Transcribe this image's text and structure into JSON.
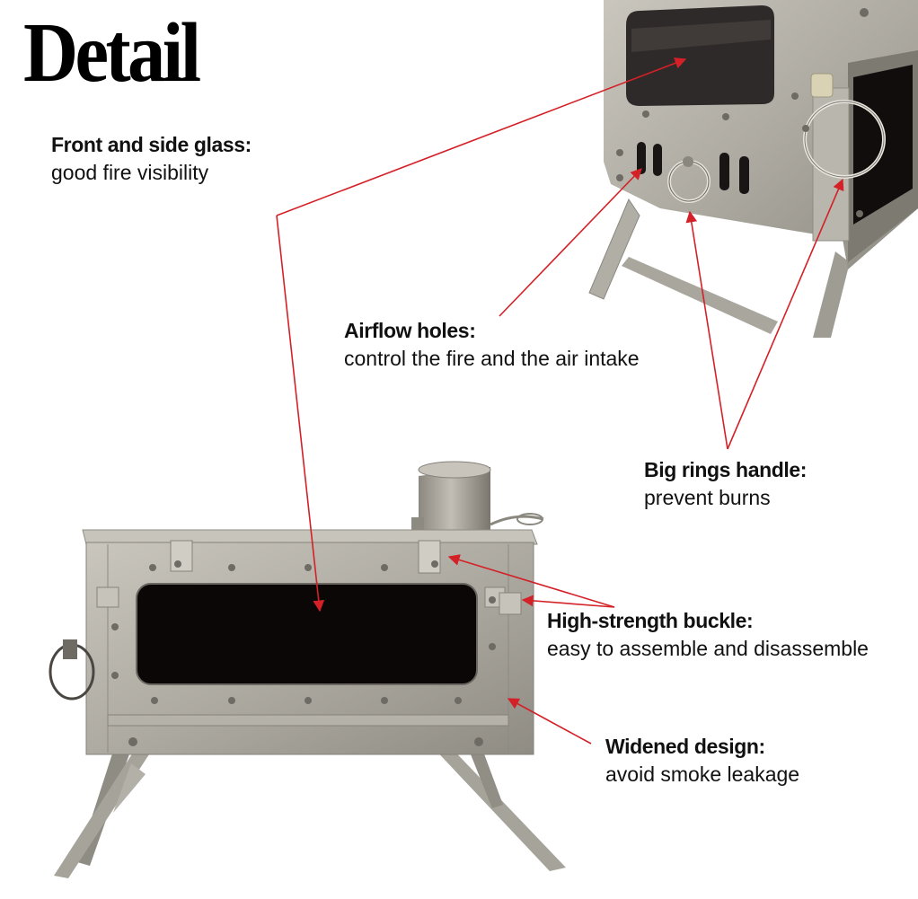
{
  "title": "Detail",
  "callouts": [
    {
      "heading": "Front and side glass:",
      "description": "good fire visibility"
    },
    {
      "heading": "Airflow holes:",
      "description": "control the fire and the air intake"
    },
    {
      "heading": "Big rings handle:",
      "description": "prevent burns"
    },
    {
      "heading": "High-strength buckle:",
      "description": "easy to assemble and disassemble"
    },
    {
      "heading": "Widened design:",
      "description": "avoid smoke leakage"
    }
  ],
  "colors": {
    "arrow": "#d42027",
    "steel": "#a9a69d",
    "steel_dark": "#7d7a72",
    "glass": "#0c0707",
    "text": "#111111"
  }
}
